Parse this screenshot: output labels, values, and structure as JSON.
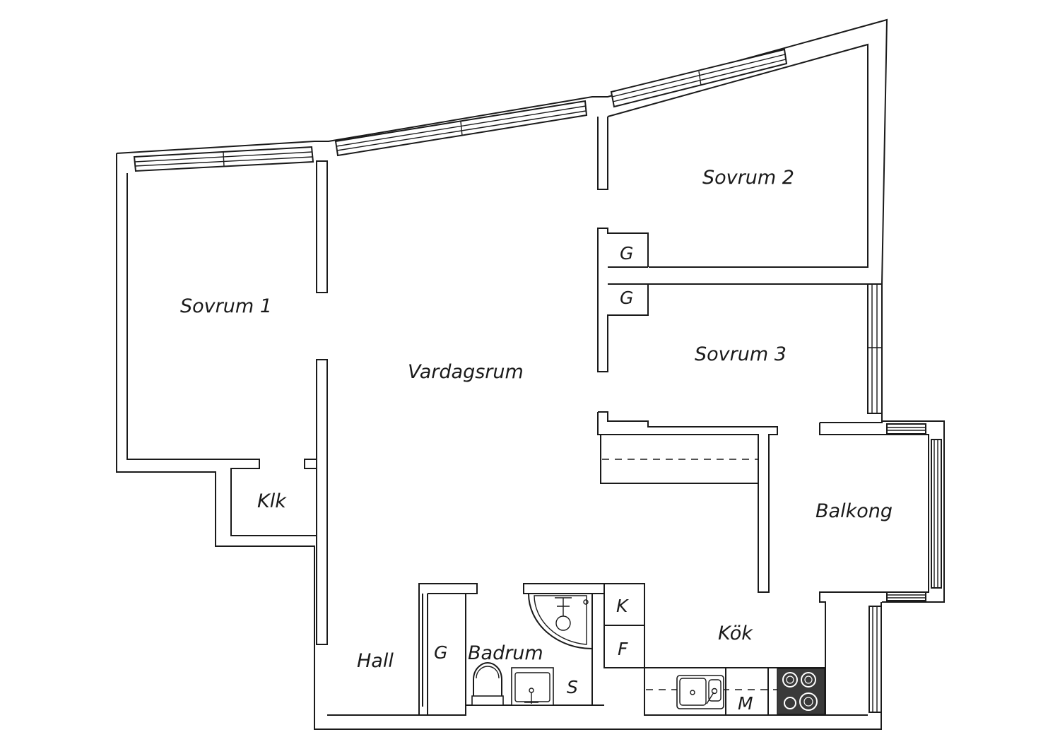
{
  "rooms": {
    "sovrum_1": "Sovrum 1",
    "sovrum_2": "Sovrum 2",
    "sovrum_3": "Sovrum 3",
    "vardagsrum": "Vardagsrum",
    "klk": "Klk",
    "balkong": "Balkong",
    "kok": "Kök",
    "hall": "Hall",
    "badrum": "Badrum"
  },
  "codes": {
    "g1": "G",
    "g2": "G",
    "g_hall": "G",
    "k": "K",
    "f": "F",
    "s": "S",
    "m": "M"
  },
  "colors": {
    "line": "#1a1a1a",
    "stove": "#3a3a3a",
    "background": "#ffffff"
  }
}
